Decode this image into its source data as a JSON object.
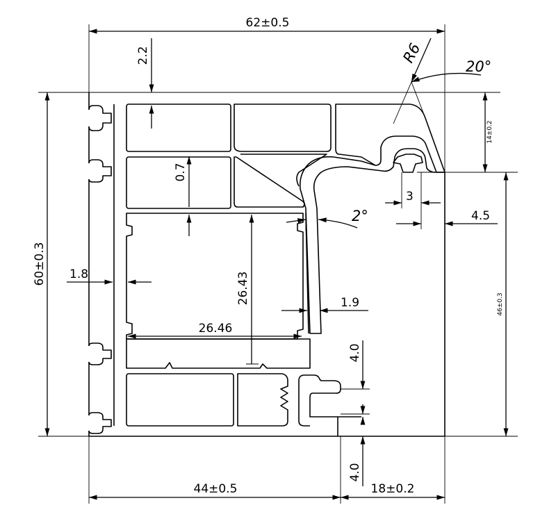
{
  "dimensions": {
    "overall_width": "62±0.5",
    "overall_height": "60±0.3",
    "bottom_left_width": "44±0.5",
    "bottom_right_width": "18±0.2",
    "right_lower_height": "46±0.3",
    "right_upper_height": "14±0.2",
    "top_wall": "2.2",
    "inner_wall": "0.7",
    "left_wall": "1.8",
    "chamber_height": "26.43",
    "chamber_width": "26.46",
    "mullion_wall": "1.9",
    "clip_width": "3",
    "clip_offset": "4.5",
    "radius": "R6",
    "angle_large": "20°",
    "angle_small": "2°",
    "lower_step_a": "4.0",
    "lower_step_b": "4.0"
  }
}
